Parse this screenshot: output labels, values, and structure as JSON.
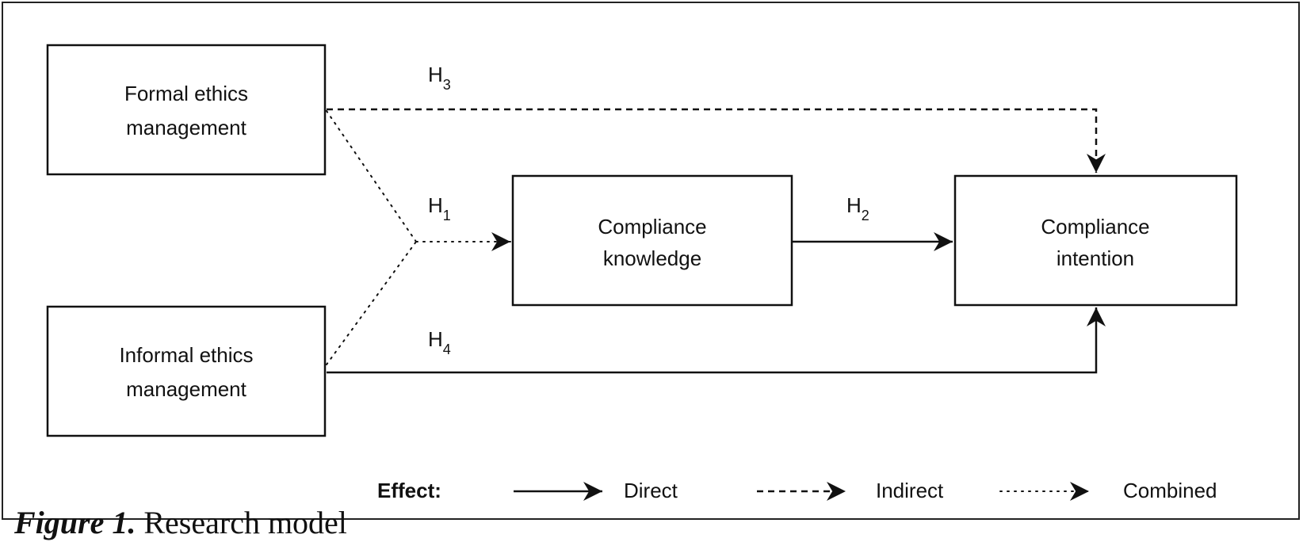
{
  "boxes": {
    "formal": {
      "line1": "Formal ethics",
      "line2": "management"
    },
    "informal": {
      "line1": "Informal ethics",
      "line2": "management"
    },
    "knowledge": {
      "line1": "Compliance",
      "line2": "knowledge"
    },
    "intention": {
      "line1": "Compliance",
      "line2": "intention"
    }
  },
  "hypotheses": {
    "h1": {
      "letter": "H",
      "sub": "1"
    },
    "h2": {
      "letter": "H",
      "sub": "2"
    },
    "h3": {
      "letter": "H",
      "sub": "3"
    },
    "h4": {
      "letter": "H",
      "sub": "4"
    }
  },
  "legend": {
    "title": "Effect:",
    "direct": "Direct",
    "indirect": "Indirect",
    "combined": "Combined"
  },
  "caption": {
    "label": "Figure 1.",
    "text": "Research model"
  }
}
